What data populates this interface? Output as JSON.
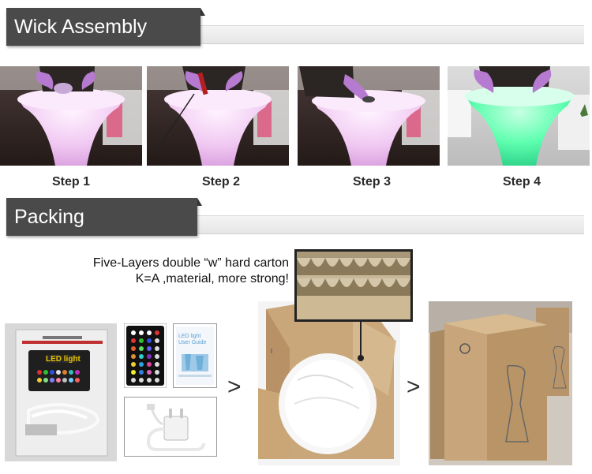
{
  "sections": {
    "wick_title": "Wick Assembly",
    "packing_title": "Packing"
  },
  "steps": [
    {
      "label": "Step 1"
    },
    {
      "label": "Step 2"
    },
    {
      "label": "Step 3"
    },
    {
      "label": "Step 4"
    }
  ],
  "packing": {
    "carton_line1": "Five-Layers double “w” hard carton",
    "carton_line2": "K=A ,material, more strong!",
    "arrow1": ">",
    "arrow2": ">",
    "box_text": "LED light",
    "guide_text": "LED light User Guide"
  },
  "colors": {
    "header_tab": "#4a4a4a",
    "table_glow_pink": "#f3d6f4",
    "table_glow_green": "#5fffb0"
  }
}
